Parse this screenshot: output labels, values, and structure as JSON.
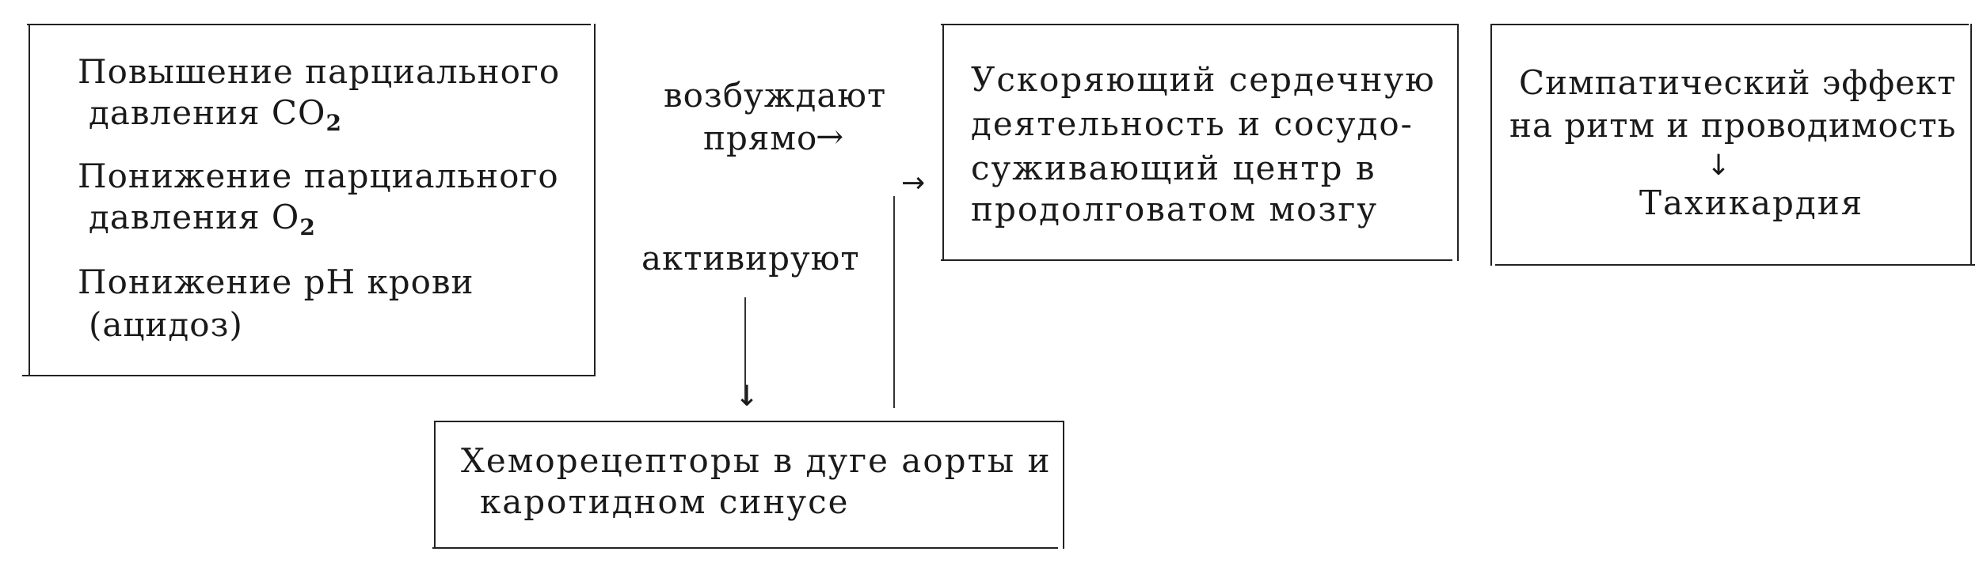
{
  "factors": {
    "co2_line1": "Повышение парциального",
    "co2_line2_prefix": "давления CO",
    "co2_sub": "2",
    "o2_line1": "Понижение парциального",
    "o2_line2_prefix": "давления O",
    "o2_sub": "2",
    "ph_line1": "Понижение pH крови",
    "ph_line2": "(ацидоз)"
  },
  "labels": {
    "excite": "возбуждают",
    "direct": "прямо",
    "direct_arrow": "→",
    "activate": "активируют"
  },
  "center": {
    "line1": "Ускоряющий сердечную",
    "line2": "деятельность и сосудо-",
    "line3": "суживающий центр в",
    "line4": "продолговатом мозгу",
    "in_arrow": "→"
  },
  "effect": {
    "line1": "Симпатический эффект",
    "line2": "на ритм и проводимость",
    "arrow": "↓",
    "result": "Тахикардия"
  },
  "chemoreceptors": {
    "line1": "Хеморецепторы в дуге аорты и",
    "line2": "каротидном синусе",
    "down_arrow": "↓"
  }
}
